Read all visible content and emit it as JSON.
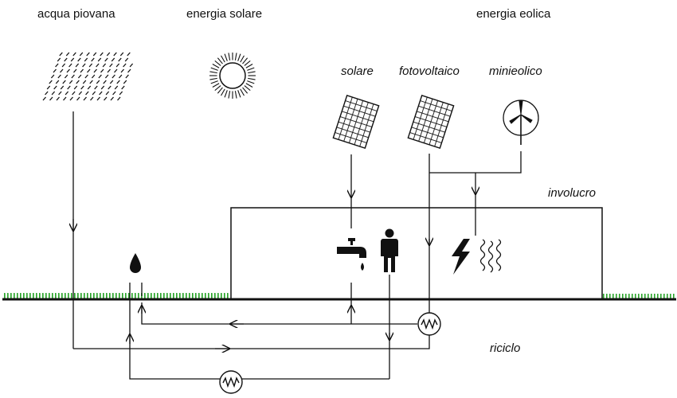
{
  "labels": {
    "rain": "acqua piovana",
    "solar_energy": "energia solare",
    "wind_energy": "energia eolica",
    "solar_thermal": "solare",
    "photovoltaic": "fotovoltaico",
    "mini_wind": "minieolico",
    "envelope": "involucro",
    "recycle": "riciclo"
  },
  "colors": {
    "line": "#111111",
    "grass": "#2aa32a",
    "background": "#ffffff"
  },
  "icons": [
    "rain-icon",
    "sun-icon",
    "solar-panel-icon",
    "wind-turbine-icon",
    "water-tap-icon",
    "person-icon",
    "lightning-icon",
    "heat-waves-icon",
    "water-drop-icon",
    "heat-exchanger-icon"
  ]
}
